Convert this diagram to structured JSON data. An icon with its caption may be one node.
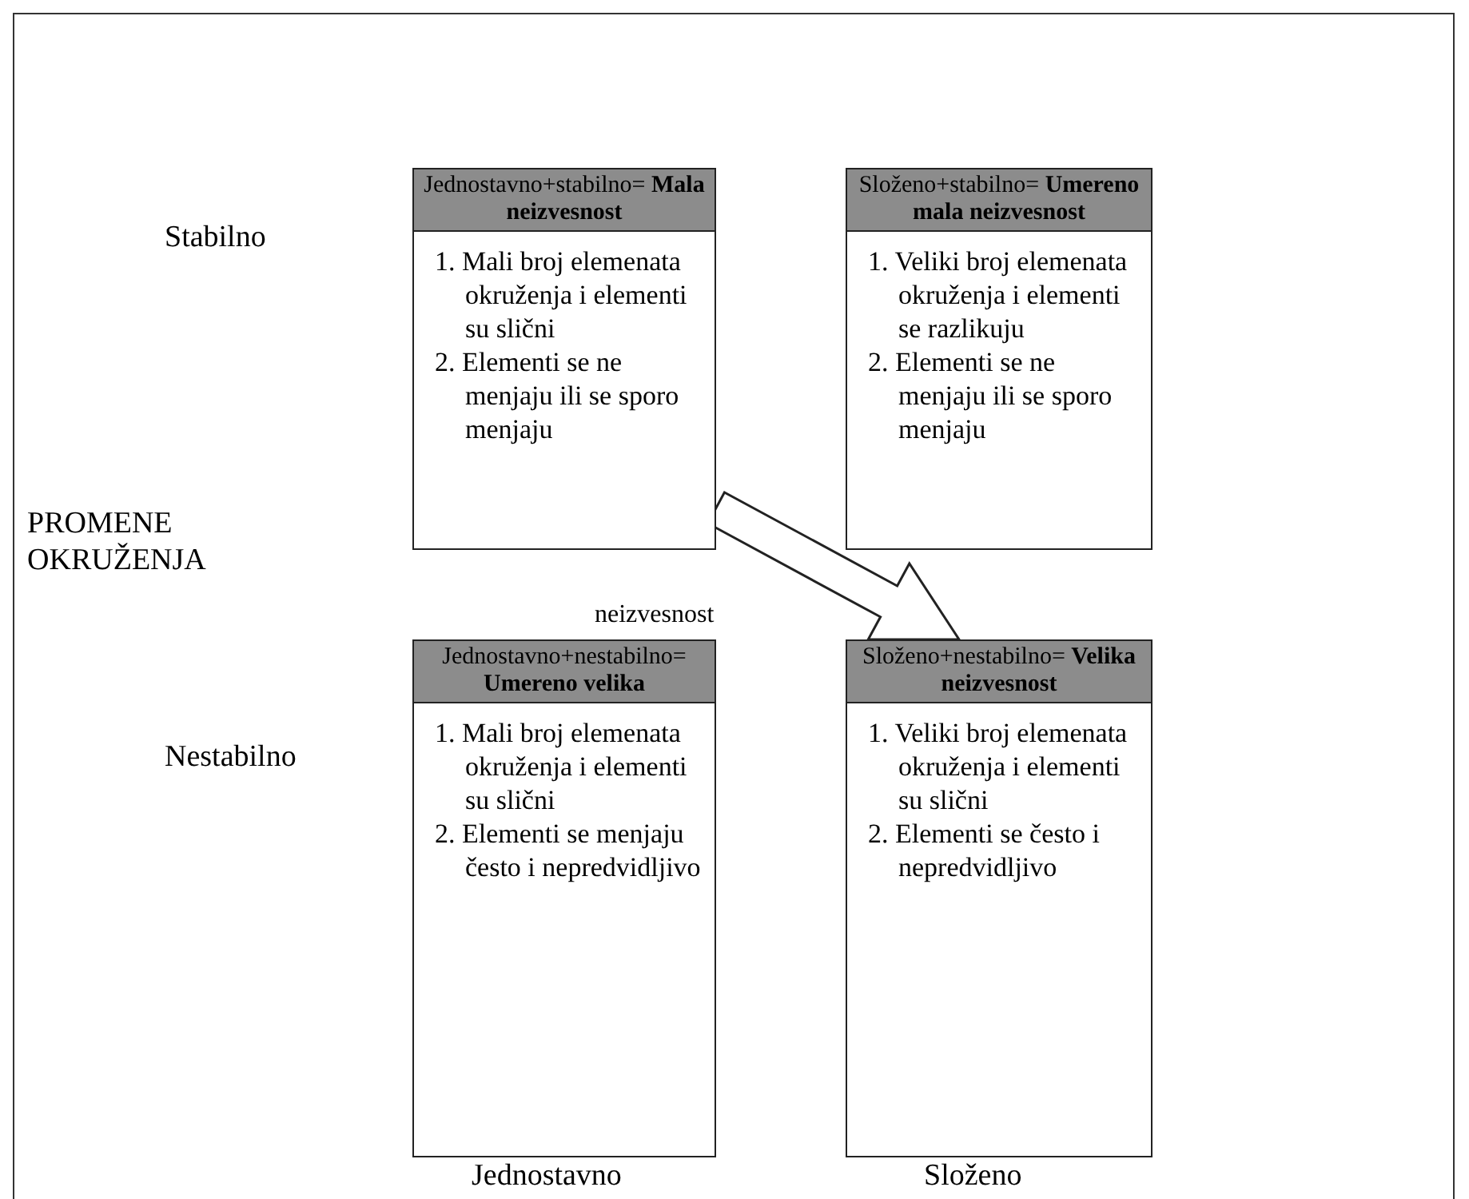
{
  "diagram": {
    "nodes": [
      {
        "text": [
          "Jednostavno+stabilno= **Mala neizvesnost**",
          "1. Mali broj elemenata okruženja i elementi su slični",
          "2. Elementi se ne menjaju ili se sporo menjaju"
        ]
      },
      {
        "text": [
          "Složeno+stabilno= **Umereno mala neizvesnost**",
          "1. Veliki broj elemenata okruženja i elementi se razlikuju",
          "2. Elementi se ne menjaju ili se sporo menjaju"
        ]
      },
      {
        "text": [
          "Jednostavno+nestabilno= **Umereno velika**",
          "1. Mali broj elemenata okruženja i elementi su slični",
          "2. Elementi se menjaju često i nepredvidljivo"
        ],
        "beside": [
          "neizvesnost"
        ]
      },
      {
        "text": [
          "Složeno+nestabilno= **Velika neizvesnost**",
          "1. Veliki broj elemenata okruženja i elementi su slični",
          "2. Elementi se često i nepredvidljivo"
        ]
      }
    ],
    "edges": [
      {
        "from": 0,
        "to": 3,
        "arrow": "to",
        "style": "thick"
      }
    ],
    "labels": [
      "Stabilno",
      "PROMENE OKRUŽENJA",
      "Nestabilno",
      "Jednostavno",
      "Složeno"
    ]
  }
}
